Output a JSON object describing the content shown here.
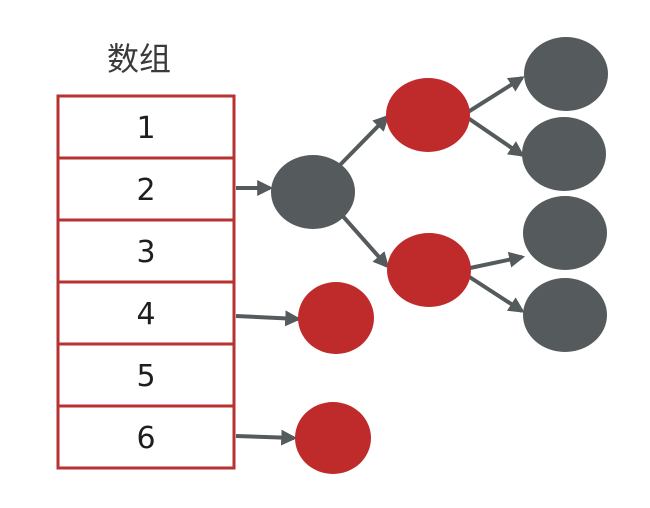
{
  "title": "数组",
  "colors": {
    "red_node": "#bf2b2b",
    "gray_node": "#555a5c",
    "border": "#b83232",
    "edge": "#555a5c"
  },
  "array": {
    "cells": [
      "1",
      "2",
      "3",
      "4",
      "5",
      "6"
    ]
  },
  "nodes": [
    {
      "id": "n2",
      "color": "gray"
    },
    {
      "id": "n2a",
      "color": "red"
    },
    {
      "id": "n2b",
      "color": "red"
    },
    {
      "id": "n2a1",
      "color": "gray"
    },
    {
      "id": "n2a2",
      "color": "gray"
    },
    {
      "id": "n2b1",
      "color": "gray"
    },
    {
      "id": "n2b2",
      "color": "gray"
    },
    {
      "id": "n4",
      "color": "red"
    },
    {
      "id": "n6",
      "color": "red"
    }
  ],
  "edges": [
    {
      "from": "cell-2",
      "to": "n2"
    },
    {
      "from": "n2",
      "to": "n2a"
    },
    {
      "from": "n2",
      "to": "n2b"
    },
    {
      "from": "n2a",
      "to": "n2a1"
    },
    {
      "from": "n2a",
      "to": "n2a2"
    },
    {
      "from": "n2b",
      "to": "n2b1"
    },
    {
      "from": "n2b",
      "to": "n2b2"
    },
    {
      "from": "cell-4",
      "to": "n4"
    },
    {
      "from": "cell-6",
      "to": "n6"
    }
  ]
}
